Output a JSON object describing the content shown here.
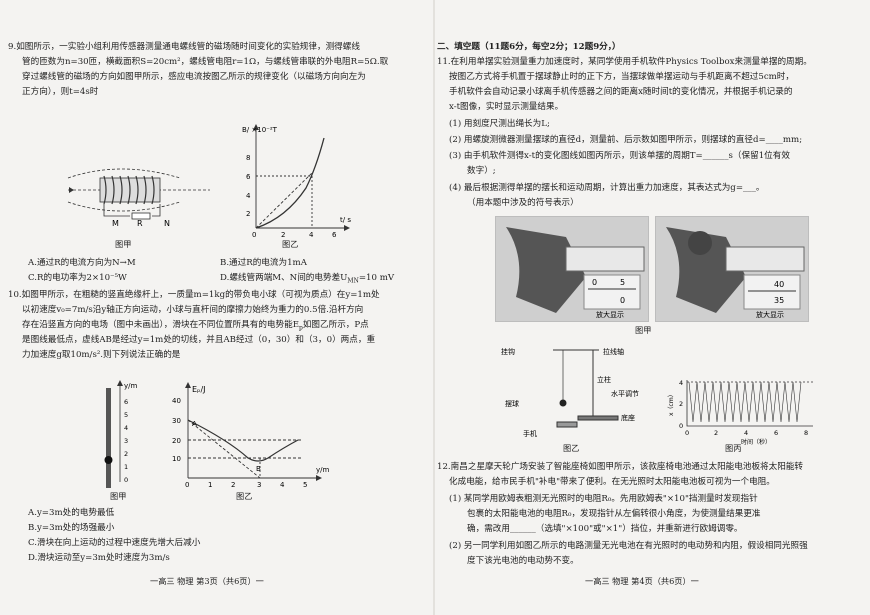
{
  "left": {
    "q9": {
      "line1": "9.如图所示，一实验小组利用传感器测量通电螺线管的磁场随时间变化的实验规律，测得螺线",
      "line2": "管的匝数为n=30匝，横截面积S=20cm²，螺线管电阻r=1Ω，与螺线管串联的外电阻R=5Ω.取",
      "line3": "穿过螺线管的磁场的方向如图甲所示，感应电流按图乙所示的规律变化（以磁场方向向左为",
      "line4": "正方向），则t=4s时",
      "fig_a": {
        "M": "M",
        "R": "R",
        "N": "N",
        "caption": "图甲"
      },
      "fig_b": {
        "ylabel": "B/ ×10⁻²T",
        "ticks_y": [
          "2",
          "4",
          "6",
          "8"
        ],
        "ticks_x": [
          "0",
          "2",
          "4",
          "6"
        ],
        "xlabel": "t/ s",
        "caption": "图乙"
      },
      "opt_a": "A.通过R的电流方向为N→M",
      "opt_b": "B.通过R的电流为1mA",
      "opt_c": "C.R的电功率为2×10⁻⁵W",
      "opt_d": "D.螺线管两端M、N间的电势差U",
      "opt_d_sub": "MN",
      "opt_d_tail": "=10 mV"
    },
    "q10": {
      "line1": "10.如图甲所示，在粗糙的竖直绝缘杆上，一质量m=1kg的带负电小球（可视为质点）在y=1m处",
      "line2": "以初速度v₀=7m/s沿y轴正方向运动，小球与直杆间的摩擦力始终为重力的0.5倍.沿杆方向",
      "line3": "存在沿竖直方向的电场（图中未画出），滑块在不同位置所具有的电势能E",
      "line3_sub": "p",
      "line3_tail": "如图乙所示，P点",
      "line4": "是图线最低点，虚线AB是经过y=1m处的切线，并且AB经过（0，30）和（3，0）两点，重",
      "line5": "力加速度g取10m/s².则下列说法正确的是",
      "fig_a": {
        "ylabel": "y/m",
        "ticks": [
          "6",
          "5",
          "4",
          "3",
          "2",
          "1",
          "0"
        ],
        "caption": "图甲"
      },
      "fig_b": {
        "ylabel": "Eₚ/J",
        "ticks_y": [
          "40",
          "30",
          "20",
          "10"
        ],
        "ticks_x": [
          "0",
          "1",
          "2",
          "3",
          "4",
          "5"
        ],
        "xlabel": "y/m",
        "A": "A",
        "B": "B",
        "caption": "图乙"
      },
      "opt_a": "A.y=3m处的电势最低",
      "opt_b": "B.y=3m处的场强最小",
      "opt_c": "C.滑块在向上运动的过程中速度先增大后减小",
      "opt_d": "D.滑块运动至y=3m处时速度为3m/s"
    },
    "footer": "一高三  物理  第3页（共6页）一"
  },
  "right": {
    "section": "二、填空题（11题6分，每空2分；12题9分，）",
    "q11": {
      "line1": "11.在利用单摆实验测量重力加速度时，某同学使用手机软件Physics Toolbox来测量单摆的周期。",
      "line2": "按图乙方式将手机置于摆球静止时的正下方，当摆球做单摆运动与手机距离不超过5cm时，",
      "line3": "手机软件会自动记录小球离手机传感器之间的距离x随时间t的变化情况，并根据手机记录的",
      "line4": "x-t图像，实时显示测量结果。",
      "s1": "(1)  用刻度尺测出绳长为L;",
      "s2": "(2)  用螺旋测微器测量摆球的直径d，测量前、后示数如图甲所示，则摆球的直径d=____mm;",
      "s3": "(3)  由手机软件测得x-t的变化图线如图丙所示，则该单摆的周期T=______s（保留1位有效",
      "s3b": "数字）;",
      "s4": "(4)  最后根据测得单摆的摆长和运动周期，计算出重力加速度，其表达式为g=___。",
      "s4b": "（用本题中涉及的符号表示）",
      "fig_a": {
        "zoom1": "放大显示",
        "zoom2": "放大显示",
        "m1": "0",
        "m2": "5",
        "m3": "0",
        "m4": "40",
        "m5": "35",
        "caption": "图甲"
      },
      "fig_b": {
        "l1": "挂钩",
        "l2": "拉线轴",
        "l3": "立柱",
        "l4": "水平调节",
        "l5": "摆球",
        "l6": "底座",
        "l7": "手机",
        "caption": "图乙"
      },
      "fig_c": {
        "ylabel": "x（cm）",
        "ticks_y": [
          "4",
          "2",
          "0"
        ],
        "ticks_x": [
          "0",
          "2",
          "4",
          "6",
          "8"
        ],
        "xlabel": "时间（秒）",
        "caption": "图丙"
      }
    },
    "q12": {
      "line1": "12.南昌之星摩天轮广场安装了智能座椅如图甲所示，该款座椅电池通过太阳能电池板将太阳能转",
      "line2": "化成电能，给市民手机\"补电\"带来了便利。在无光照时太阳能电池板可视为一个电阻。",
      "s1": "(1)  某同学用欧姆表粗测无光照时的电阻R₀。先用欧姆表\"×10\"挡测量时发现指针",
      "s1b": "包裹的太阳能电池的电阻R₀，发现指针从左偏转很小角度，为使测量结果更准",
      "s1c": "确，需改用______（选填\"×100\"或\"×1\"）挡位，并重新进行欧姆调零。",
      "s2": "(2)  另一同学利用如图乙所示的电路测量无光电池在有光照时的电动势和内阻，假设相同光照强",
      "s2b": "度下该光电池的电动势不变。"
    },
    "footer": "一高三  物理  第4页（共6页）一"
  },
  "colors": {
    "text": "#222222",
    "paper": "#f4f3f1"
  }
}
